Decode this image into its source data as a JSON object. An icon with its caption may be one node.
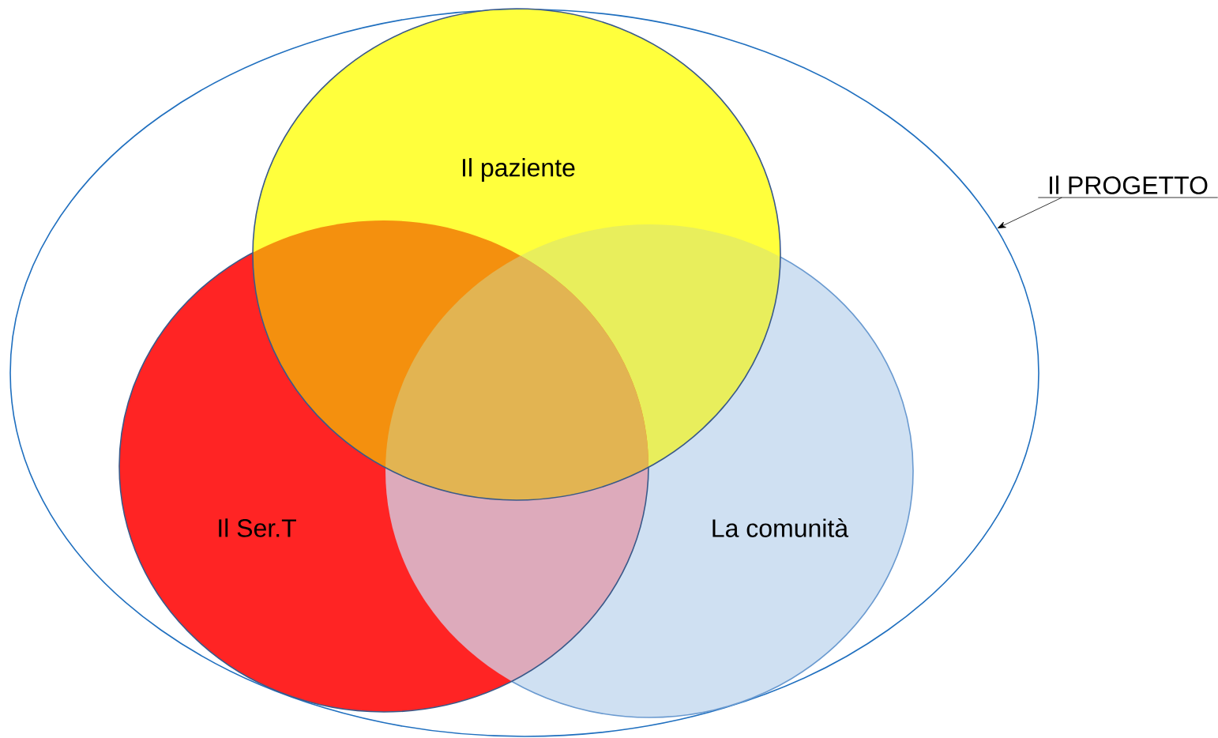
{
  "diagram": {
    "nodes": [
      {
        "text": [],
        "shape": "ellipse"
      },
      {
        "text": [
          "Il paziente"
        ],
        "in": 0
      },
      {
        "text": [
          "Il Ser.T"
        ],
        "in": 0
      },
      {
        "text": [
          "La comunità"
        ],
        "in": 0
      },
      {
        "text": [
          "Il PROGETTO"
        ]
      }
    ],
    "edges": [
      {
        "from": 4,
        "to": 0,
        "arrow": "to"
      }
    ]
  }
}
